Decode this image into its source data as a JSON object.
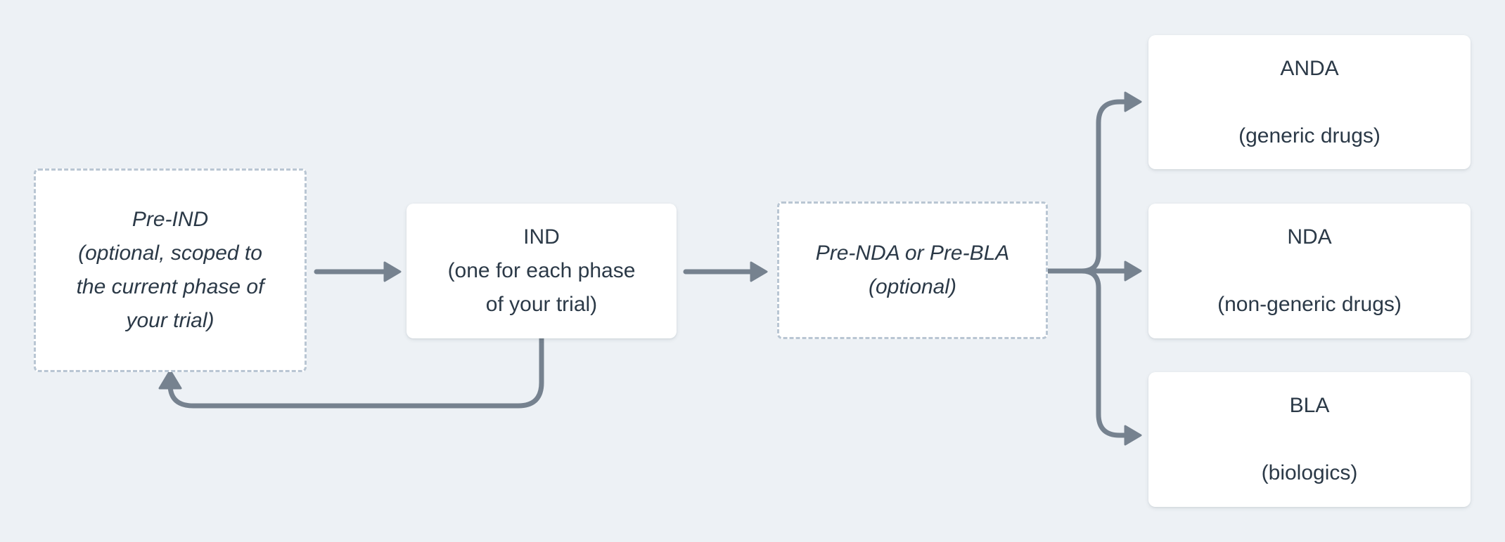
{
  "diagram": {
    "description": "FDA submission flow diagram",
    "colors": {
      "background": "#edf1f5",
      "node_fill": "#ffffff",
      "dashed_border": "#b9c6d3",
      "arrow": "#76828f",
      "text": "#2b3947"
    },
    "nodes": {
      "pre_ind": {
        "style": "dashed-optional",
        "lines": [
          "Pre-IND",
          "(optional, scoped to",
          "the current phase of",
          "your trial)"
        ]
      },
      "ind": {
        "style": "solid",
        "lines": [
          "IND",
          "(one for each phase",
          "of your trial)"
        ]
      },
      "pre_nda": {
        "style": "dashed-optional",
        "lines": [
          "Pre-NDA or Pre-BLA",
          "(optional)"
        ]
      },
      "anda": {
        "style": "solid",
        "lines": [
          "ANDA",
          "",
          "(generic drugs)"
        ]
      },
      "nda": {
        "style": "solid",
        "lines": [
          "NDA",
          "",
          "(non-generic drugs)"
        ]
      },
      "bla": {
        "style": "solid",
        "lines": [
          "BLA",
          "",
          "(biologics)"
        ]
      }
    },
    "edges": [
      {
        "from": "pre_ind",
        "to": "ind",
        "type": "arrow"
      },
      {
        "from": "ind",
        "to": "pre_nda",
        "type": "arrow"
      },
      {
        "from": "ind",
        "to": "pre_ind",
        "type": "loop-back-arrow"
      },
      {
        "from": "pre_nda",
        "to": "anda",
        "type": "branch-arrow"
      },
      {
        "from": "pre_nda",
        "to": "nda",
        "type": "branch-arrow"
      },
      {
        "from": "pre_nda",
        "to": "bla",
        "type": "branch-arrow"
      }
    ]
  }
}
